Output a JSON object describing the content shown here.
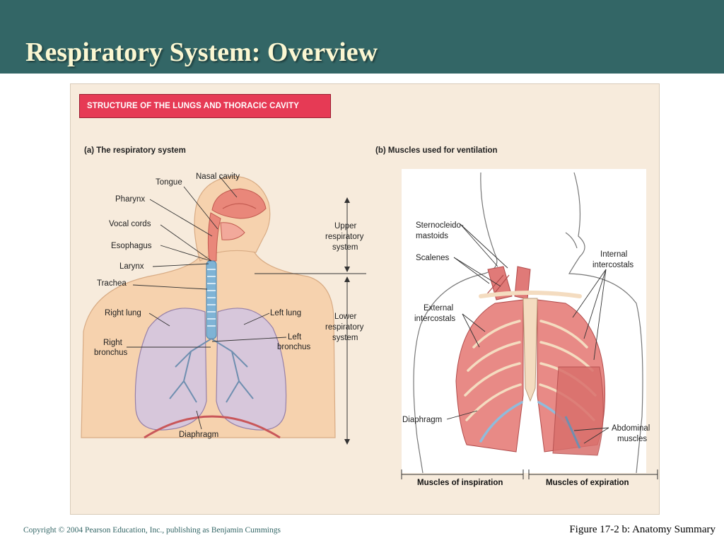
{
  "slide_title": "Respiratory System: Overview",
  "banner": "STRUCTURE OF THE LUNGS AND THORACIC CAVITY",
  "panel_a": {
    "heading": "(a) The respiratory system",
    "labels": {
      "nasal_cavity": "Nasal cavity",
      "tongue": "Tongue",
      "pharynx": "Pharynx",
      "vocal_cords": "Vocal cords",
      "esophagus": "Esophagus",
      "larynx": "Larynx",
      "trachea": "Trachea",
      "right_lung": "Right lung",
      "right_bronchus_1": "Right",
      "right_bronchus_2": "bronchus",
      "left_lung": "Left lung",
      "left_bronchus_1": "Left",
      "left_bronchus_2": "bronchus",
      "diaphragm": "Diaphragm",
      "upper_1": "Upper",
      "upper_2": "respiratory",
      "upper_3": "system",
      "lower_1": "Lower",
      "lower_2": "respiratory",
      "lower_3": "system"
    }
  },
  "panel_b": {
    "heading": "(b) Muscles used for ventilation",
    "labels": {
      "sterno_1": "Sternocleido-",
      "sterno_2": "mastoids",
      "scalenes": "Scalenes",
      "external_1": "External",
      "external_2": "intercostals",
      "internal_1": "Internal",
      "internal_2": "intercostals",
      "diaphragm": "Diaphragm",
      "abdominal_1": "Abdominal",
      "abdominal_2": "muscles",
      "inspiration": "Muscles of inspiration",
      "expiration": "Muscles of expiration"
    }
  },
  "footer": {
    "copyright": "Copyright © 2004 Pearson Education, Inc., publishing as Benjamin Cummings",
    "figure": "Figure 17-2 b: Anatomy Summary"
  }
}
